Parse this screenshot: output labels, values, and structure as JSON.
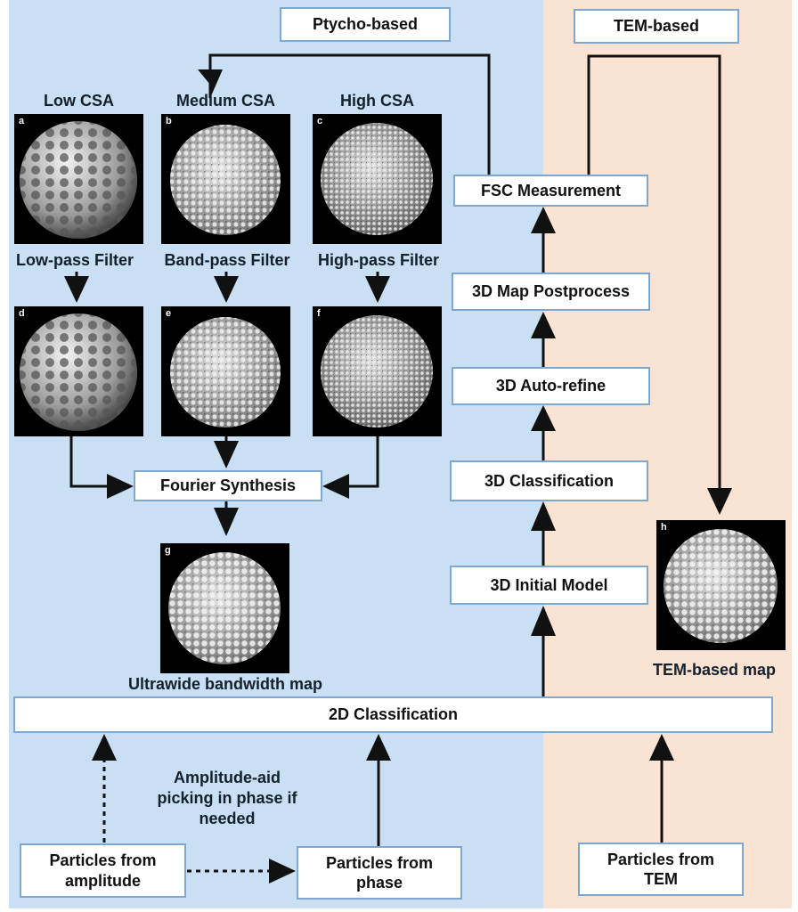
{
  "sections": {
    "ptycho_label": "Ptycho-based",
    "tem_label": "TEM-based"
  },
  "csa_labels": {
    "low": "Low CSA",
    "medium": "Medium CSA",
    "high": "High CSA"
  },
  "filter_labels": {
    "low": "Low-pass Filter",
    "band": "Band-pass Filter",
    "high": "High-pass Filter"
  },
  "panels": {
    "a": "a",
    "b": "b",
    "c": "c",
    "d": "d",
    "e": "e",
    "f": "f",
    "g": "g",
    "h": "h"
  },
  "pipeline": {
    "fourier": "Fourier Synthesis",
    "ultrawide_label": "Ultrawide bandwidth map",
    "fsc": "FSC Measurement",
    "postprocess": "3D Map Postprocess",
    "autorefine": "3D Auto-refine",
    "classification3d": "3D Classification",
    "initial_model": "3D Initial Model",
    "classification2d": "2D Classification",
    "tem_map_label": "TEM-based map"
  },
  "inputs": {
    "amplitude_line1": "Particles from",
    "amplitude_line2": "amplitude",
    "phase_line1": "Particles from",
    "phase_line2": "phase",
    "tem_line1": "Particles from",
    "tem_line2": "TEM",
    "amplitude_aid_line1": "Amplitude-aid",
    "amplitude_aid_line2": "picking in phase if",
    "amplitude_aid_line3": "needed"
  },
  "colors": {
    "ptycho_bg": "#c8dff4",
    "tem_bg": "#fbe3d3",
    "box_border": "#7ea8cf"
  }
}
